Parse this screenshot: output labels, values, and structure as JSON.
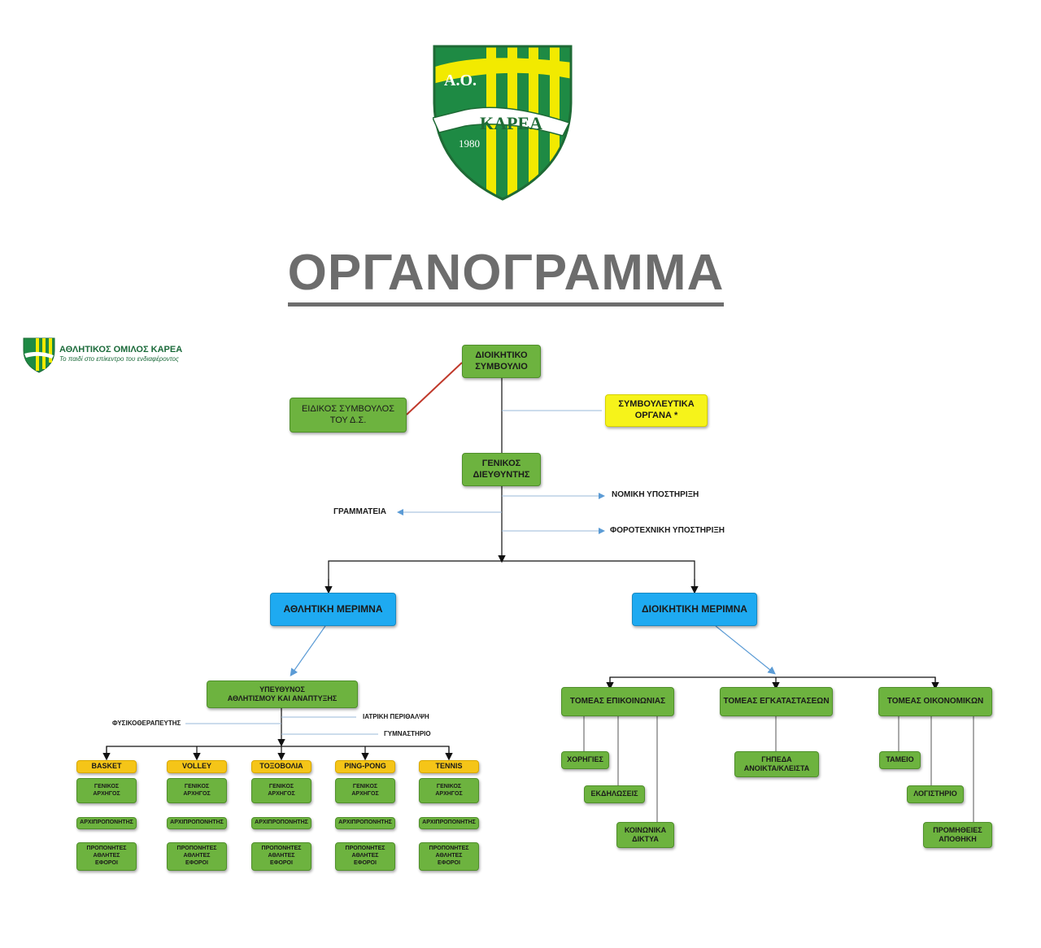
{
  "title": "ΟΡΓΑΝΟΓΡΑΜΜΑ",
  "crest": {
    "top": "Α.Ο.",
    "name": "ΚΑΡΕΑ",
    "year": "1980"
  },
  "mini_logo": {
    "name": "ΑΘΛΗΤΙΚΟΣ ΟΜΙΛΟΣ ΚΑΡΕΑ",
    "slogan": "Το παιδί στο επίκεντρο του ενδιαφέροντος"
  },
  "colors": {
    "green": "#6db33f",
    "blue": "#1eaaf1",
    "yellow": "#f6f31a",
    "orange": "#f5c518",
    "red_line": "#c0392b",
    "title_gray": "#6d6d6d"
  },
  "nodes": {
    "board": "ΔΙΟΙΚΗΤΙΚΟ\nΣΥΜΒΟΥΛΙΟ",
    "special_advisor": "ΕΙΔΙΚΟΣ ΣΥΜΒΟΥΛΟΣ\nΤΟΥ Δ.Σ.",
    "advisory": "ΣΥΜΒΟΥΛΕΥΤΙΚΑ\nΟΡΓΑΝΑ *",
    "gm": "ΓΕΝΙΚΟΣ\nΔΙΕΥΘΥΝΤΗΣ",
    "legal": "ΝΟΜΙΚΗ ΥΠΟΣΤΗΡΙΞΗ",
    "secretariat": "ΓΡΑΜΜΑΤΕΙΑ",
    "tax": "ΦΟΡΟΤΕΧΝΙΚΗ ΥΠΟΣΤΗΡΙΞΗ",
    "athletic": "ΑΘΛΗΤΙΚΗ ΜΕΡΙΜΝΑ",
    "admin": "ΔΙΟΙΚΗΤΙΚΗ ΜΕΡΙΜΝΑ",
    "sports_head": "ΥΠΕΥΘΥΝΟΣ\nΑΘΛΗΤΙΣΜΟΥ ΚΑΙ ΑΝΑΠΤΥΞΗΣ",
    "physio": "ΦΥΣΙΚΟΘΕΡΑΠΕΥΤΗΣ",
    "medical": "ΙΑΤΡΙΚΗ ΠΕΡΙΘΑΛΨΗ",
    "gym": "ΓΥΜΝΑΣΤΗΡΙΟ",
    "comm": "ΤΟΜΕΑΣ ΕΠΙΚΟΙΝΩΝΙΑΣ",
    "facilities": "ΤΟΜΕΑΣ ΕΓΚΑΤΑΣΤΑΣΕΩΝ",
    "finance": "ΤΟΜΕΑΣ ΟΙΚΟΝΟΜΙΚΩΝ",
    "sponsors": "ΧΟΡΗΓΙΕΣ",
    "events": "ΕΚΔΗΛΩΣΕΙΣ",
    "social": "ΚΟΙΝΩΝΙΚΑ\nΔΙΚΤΥΑ",
    "fields": "ΓΗΠΕΔΑ\nΑΝΟΙΚΤΑ/ΚΛΕΙΣΤΑ",
    "treasury": "ΤΑΜΕΙΟ",
    "accounting": "ΛΟΓΙΣΤΗΡΙΟ",
    "supplies": "ΠΡΟΜΗΘΕΙΕΣ\nΑΠΟΘΗΚΗ"
  },
  "sports": [
    {
      "name": "BASKET",
      "captain": "ΓΕΝΙΚΟΣ\nΑΡΧΗΓΟΣ",
      "head_coach": "ΑΡΧΙΠΡΟΠΟΝΗΤΗΣ",
      "staff": "ΠΡΟΠΟΝΗΤΕΣ\nΑΘΛΗΤΕΣ\nΕΦΟΡΟΙ"
    },
    {
      "name": "VOLLEY",
      "captain": "ΓΕΝΙΚΟΣ\nΑΡΧΗΓΟΣ",
      "head_coach": "ΑΡΧΙΠΡΟΠΟΝΗΤΗΣ",
      "staff": "ΠΡΟΠΟΝΗΤΕΣ\nΑΘΛΗΤΕΣ\nΕΦΟΡΟΙ"
    },
    {
      "name": "ΤΟΞΟΒΟΛΙΑ",
      "captain": "ΓΕΝΙΚΟΣ\nΑΡΧΗΓΟΣ",
      "head_coach": "ΑΡΧΙΠΡΟΠΟΝΗΤΗΣ",
      "staff": "ΠΡΟΠΟΝΗΤΕΣ\nΑΘΛΗΤΕΣ\nΕΦΟΡΟΙ"
    },
    {
      "name": "PING-PONG",
      "captain": "ΓΕΝΙΚΟΣ\nΑΡΧΗΓΟΣ",
      "head_coach": "ΑΡΧΙΠΡΟΠΟΝΗΤΗΣ",
      "staff": "ΠΡΟΠΟΝΗΤΕΣ\nΑΘΛΗΤΕΣ\nΕΦΟΡΟΙ"
    },
    {
      "name": "TENNIS",
      "captain": "ΓΕΝΙΚΟΣ\nΑΡΧΗΓΟΣ",
      "head_coach": "ΑΡΧΙΠΡΟΠΟΝΗΤΗΣ",
      "staff": "ΠΡΟΠΟΝΗΤΕΣ\nΑΘΛΗΤΕΣ\nΕΦΟΡΟΙ"
    }
  ]
}
